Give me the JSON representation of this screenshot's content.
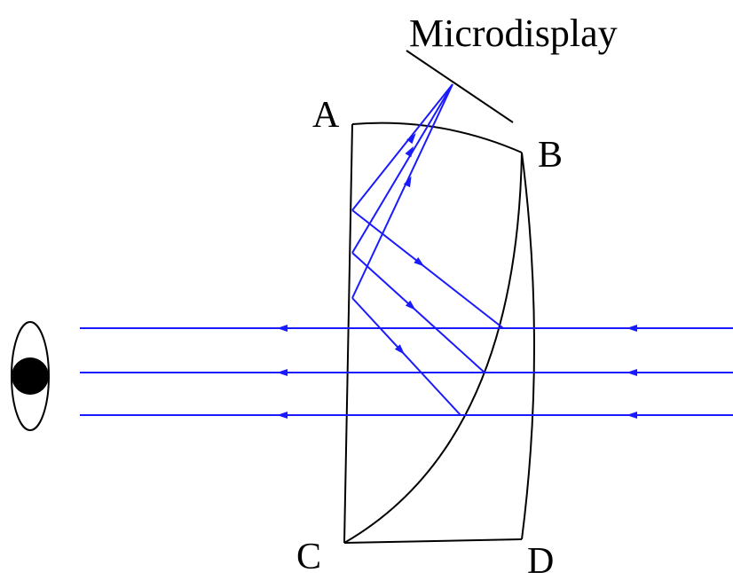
{
  "title": "Microdisplay",
  "labels": {
    "a": "A",
    "b": "B",
    "c": "C",
    "d": "D"
  },
  "colors": {
    "ray": "#1a1aff",
    "outline": "#000000",
    "eye_pupil": "#000000"
  },
  "icons": {
    "eye": "eye-icon"
  }
}
